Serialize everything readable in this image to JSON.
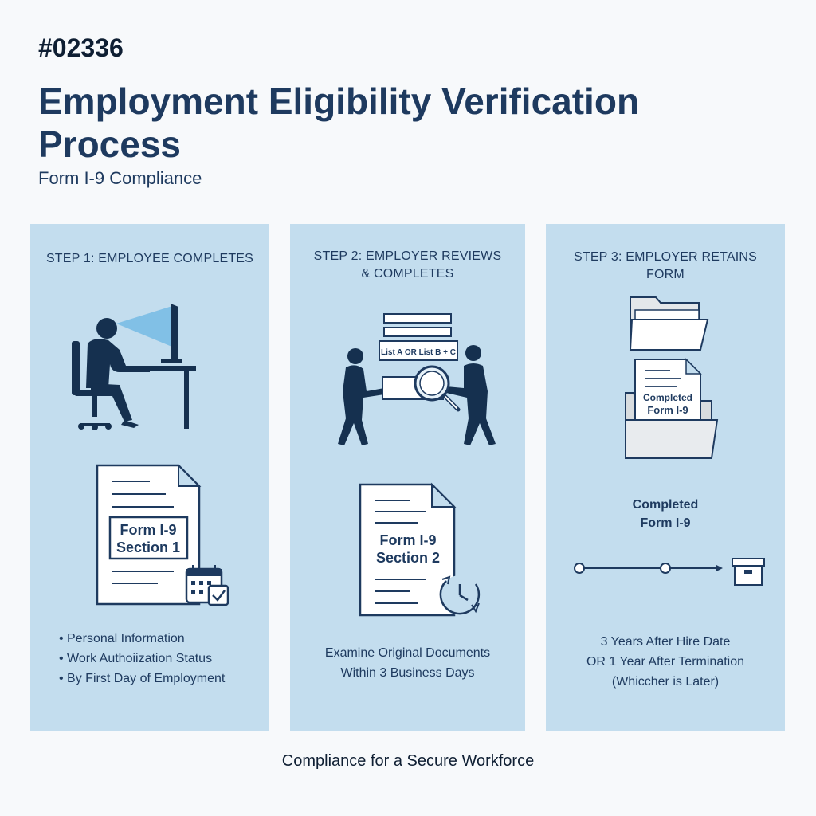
{
  "header": {
    "id": "#02336",
    "title": "Employment Eligibility Verification Process",
    "subtitle": "Form I-9 Compliance"
  },
  "steps": [
    {
      "title": "STEP 1: EMPLOYEE COMPLETES",
      "doc_line1": "Form I-9",
      "doc_line2": "Section 1",
      "bullets": [
        "Personal Information",
        "Work Authoiization Status",
        "By First Day of Employment"
      ]
    },
    {
      "title": "STEP 2: EMPLOYER REVIEWS\n& COMPLETES",
      "list_label": "List A OR List B + C",
      "doc_line1": "Form I-9",
      "doc_line2": "Section 2",
      "description": "Examine Original Documents\nWithin 3 Business Days"
    },
    {
      "title": "STEP 3: EMPLOYER RETAINS\nFORM",
      "folder_doc_line1": "Completed",
      "folder_doc_line2": "Form I-9",
      "completed_line1": "Completed",
      "completed_line2": "Form I-9",
      "retention": "3 Years After Hire Date\nOR 1 Year After Termination\n(Whiccher is Later)"
    }
  ],
  "footer": "Compliance for a Secure Workforce",
  "colors": {
    "background": "#f7f9fb",
    "panel": "#c3ddee",
    "navy": "#1e3a5f",
    "icon_dark": "#15304f"
  }
}
